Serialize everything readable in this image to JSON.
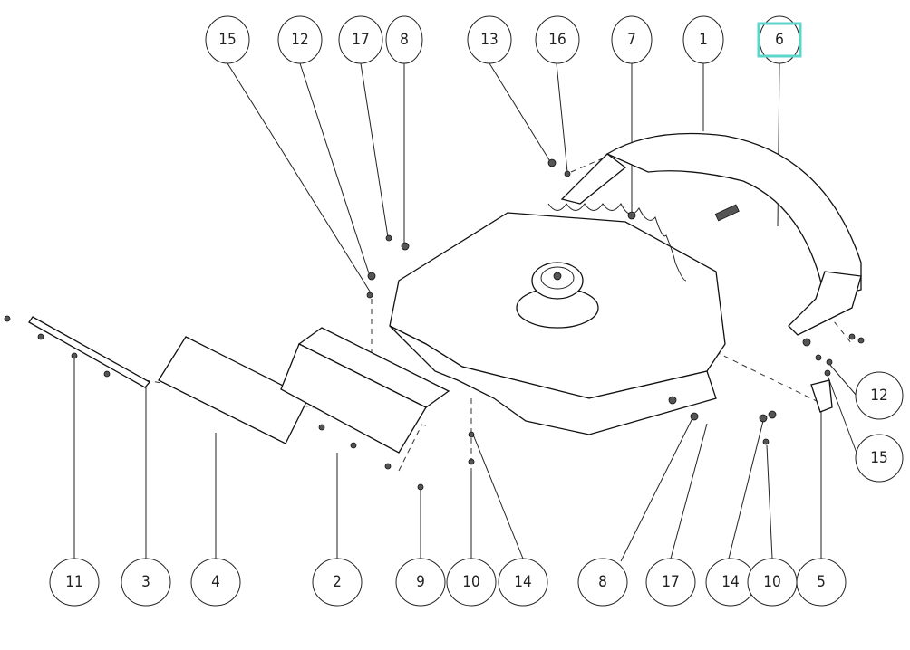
{
  "diagram": {
    "highlight_color": "#5bd6cc",
    "highlighted_callout": "6",
    "callouts_top": [
      "15",
      "12",
      "17",
      "8",
      "13",
      "16",
      "7",
      "1",
      "6"
    ],
    "callouts_bottom": [
      "11",
      "3",
      "4",
      "2",
      "9",
      "10",
      "14",
      "8",
      "17",
      "14",
      "10",
      "5"
    ],
    "callouts_right": [
      "12",
      "15"
    ]
  }
}
